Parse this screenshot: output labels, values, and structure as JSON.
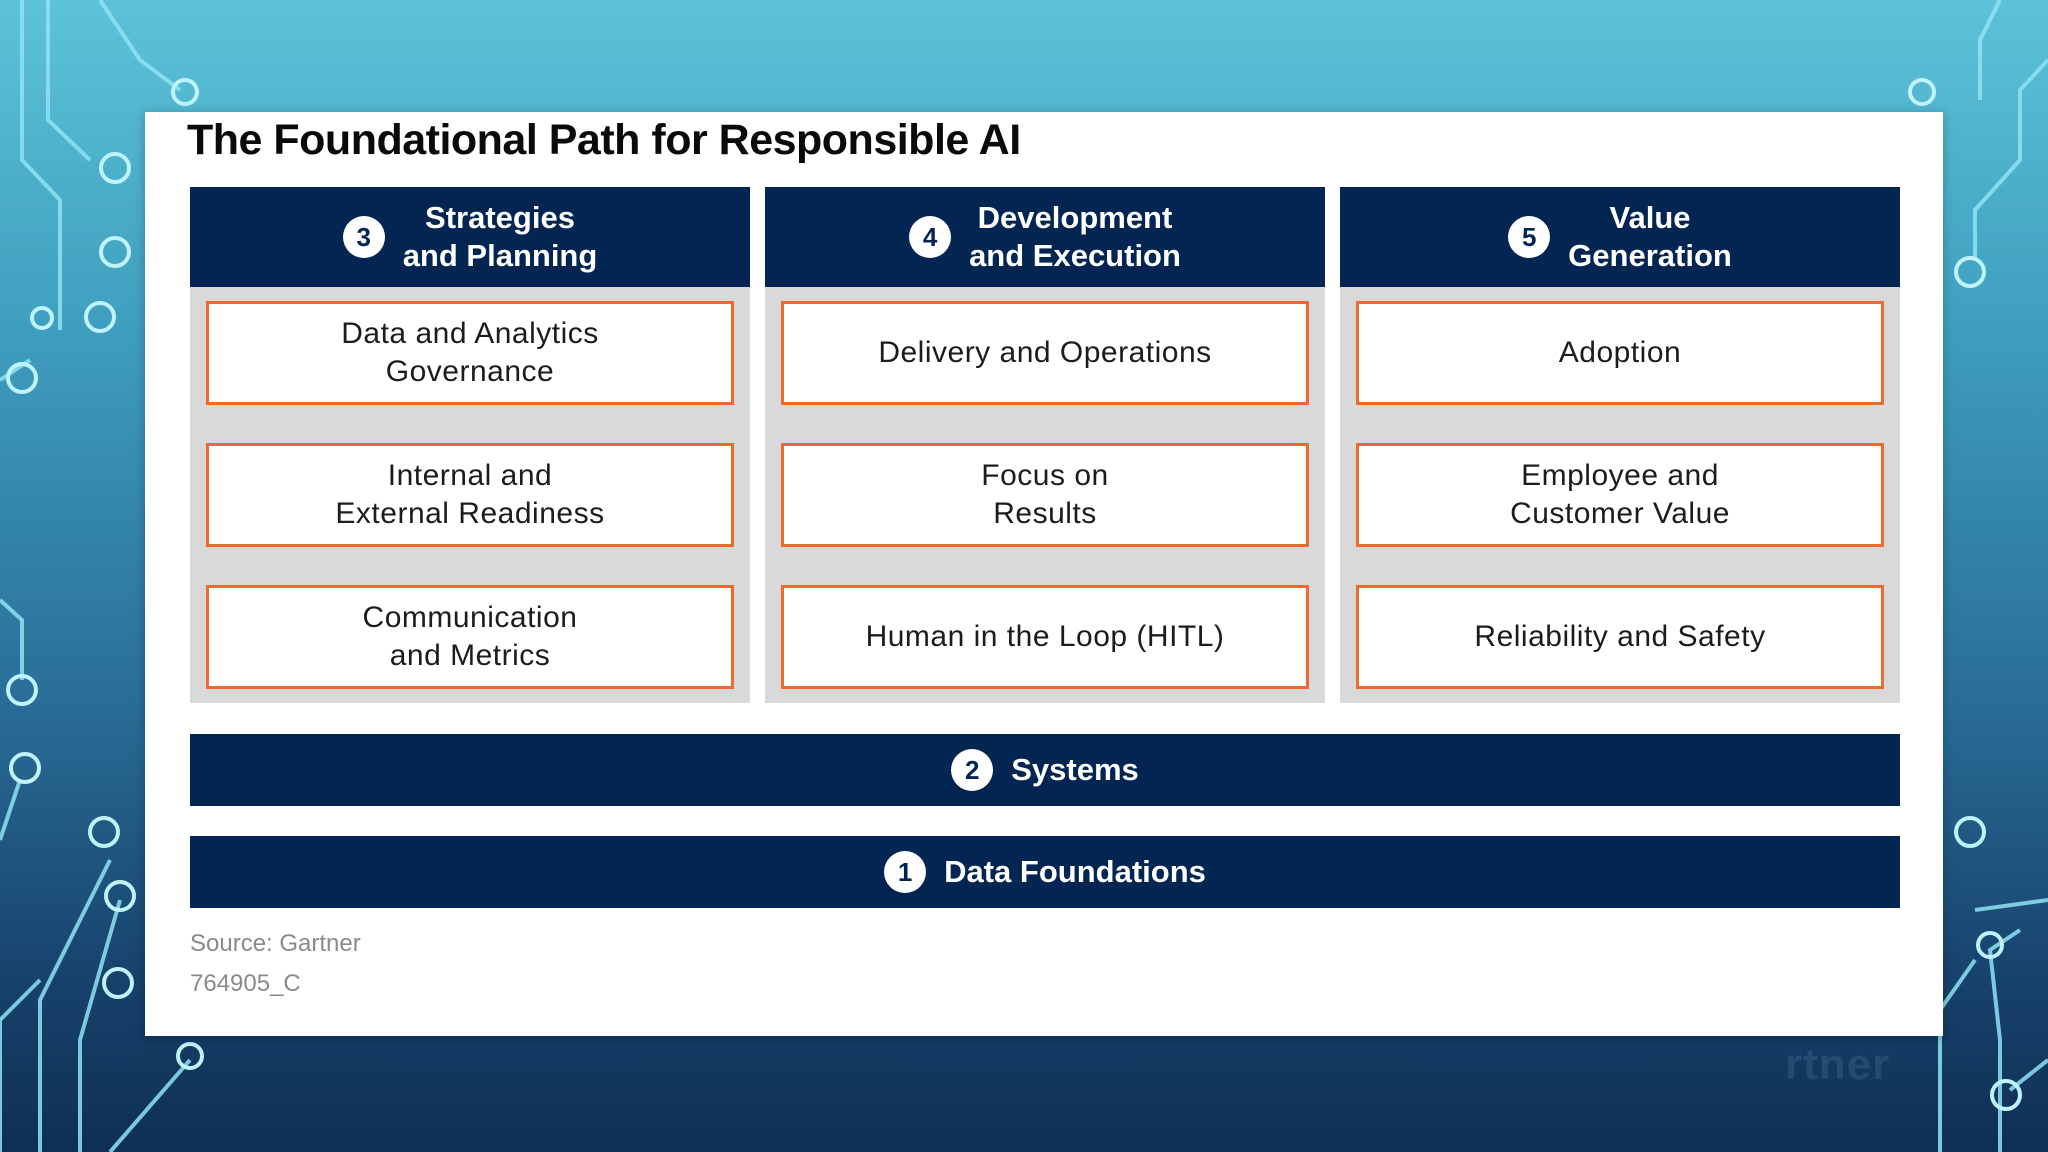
{
  "title": "The Foundational Path for Responsible AI",
  "columns": [
    {
      "number": "3",
      "heading": "Strategies\nand Planning",
      "boxes": [
        "Data and Analytics\nGovernance",
        "Internal and\nExternal Readiness",
        "Communication\nand Metrics"
      ]
    },
    {
      "number": "4",
      "heading": "Development\nand Execution",
      "boxes": [
        "Delivery and Operations",
        "Focus on\nResults",
        "Human in the Loop (HITL)"
      ]
    },
    {
      "number": "5",
      "heading": "Value\nGeneration",
      "boxes": [
        "Adoption",
        "Employee and\nCustomer Value",
        "Reliability and Safety"
      ]
    }
  ],
  "bars": [
    {
      "number": "2",
      "label": "Systems"
    },
    {
      "number": "1",
      "label": "Data Foundations"
    }
  ],
  "source": "Source: Gartner",
  "code": "764905_C",
  "watermark": "rtner",
  "colors": {
    "navy": "#022552",
    "orange": "#ef6a2f",
    "panel": "#d9d9d9"
  }
}
